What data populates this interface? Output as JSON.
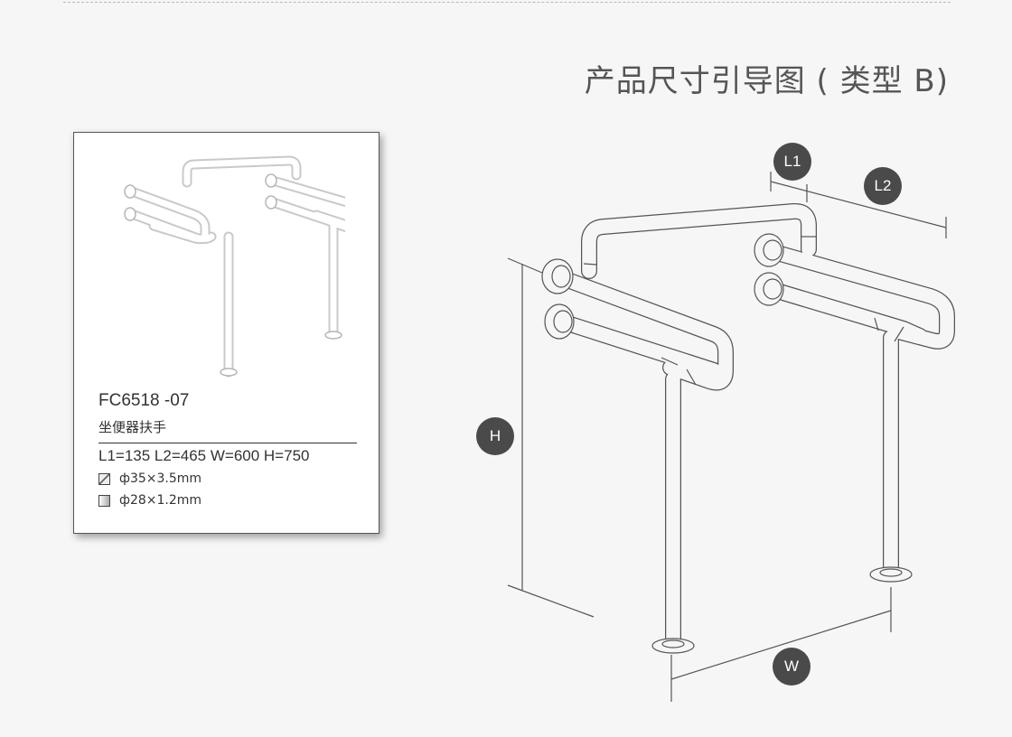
{
  "page": {
    "title": "产品尺寸引导图 ( 类型 B)"
  },
  "product": {
    "model": "FC6518 -07",
    "name": "坐便器扶手",
    "dimensions": "L1=135 L2=465 W=600 H=750",
    "tubes": [
      {
        "label": "ф35×3.5mm"
      },
      {
        "label": "ф28×1.2mm"
      }
    ]
  },
  "diagram": {
    "labels": {
      "l1": "L1",
      "l2": "L2",
      "h": "H",
      "w": "W"
    }
  },
  "colors": {
    "background": "#f6f6f6",
    "badge": "#4a4a4a",
    "line": "#555555"
  }
}
